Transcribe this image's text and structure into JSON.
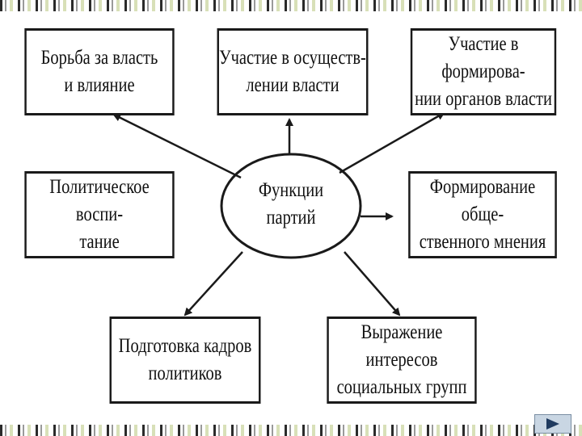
{
  "diagram": {
    "center": "Функции\nпартий",
    "boxes": {
      "power_struggle": "Борьба за власть\nи влияние",
      "exercise_power": "Участие в осуществ-\nлении власти",
      "form_bodies": "Участие в формирова-\nнии органов власти",
      "education": "Политическое воспи-\nтание",
      "public_opinion": "Формирование обще-\nственного мнения",
      "cadres": "Подготовка кадров\nполитиков",
      "interests": "Выражение интересов\nсоциальных групп"
    }
  },
  "navigation": {
    "next_icon": "play-right-icon",
    "accent": "#1f3a5f"
  }
}
